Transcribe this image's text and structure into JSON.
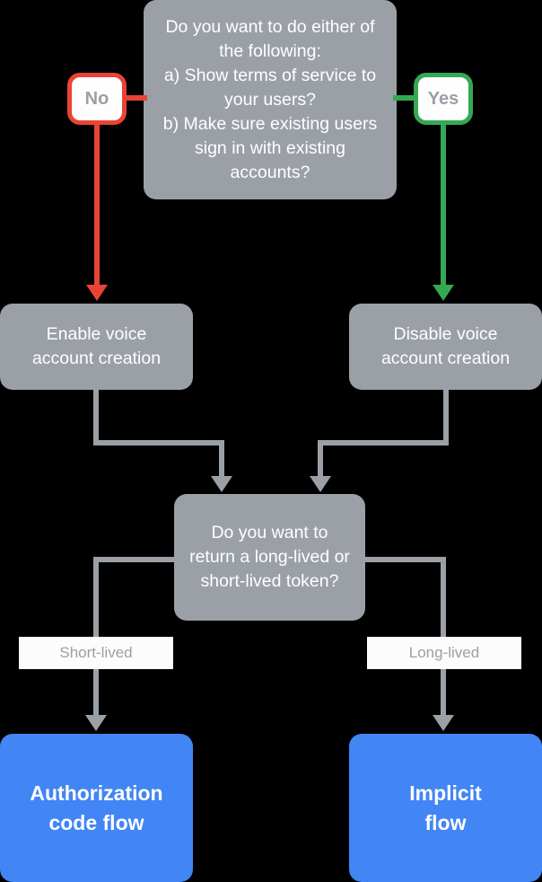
{
  "diagram": {
    "title": "Account linking flow decision chart",
    "colors": {
      "background": "#000000",
      "node_gray": "#9aa0a6",
      "node_blue": "#4285f4",
      "branch_no": "#ea4335",
      "branch_yes": "#34a853",
      "chip_background": "#fcfcfc",
      "text_light": "#ffffff"
    },
    "nodes": {
      "question_top": "Do you want to do either of the following:\na) Show terms of service to your users?\nb) Make sure existing users sign in with existing accounts?",
      "enable_voice": "Enable voice\naccount creation",
      "disable_voice": "Disable voice\naccount creation",
      "question_token": "Do you want to return a long-lived or short-lived token?",
      "authorization_code_flow": "Authorization\ncode flow",
      "implicit_flow": "Implicit\nflow"
    },
    "badges": {
      "no": "No",
      "yes": "Yes"
    },
    "edge_labels": {
      "short_lived": "Short-lived",
      "long_lived": "Long-lived"
    }
  }
}
